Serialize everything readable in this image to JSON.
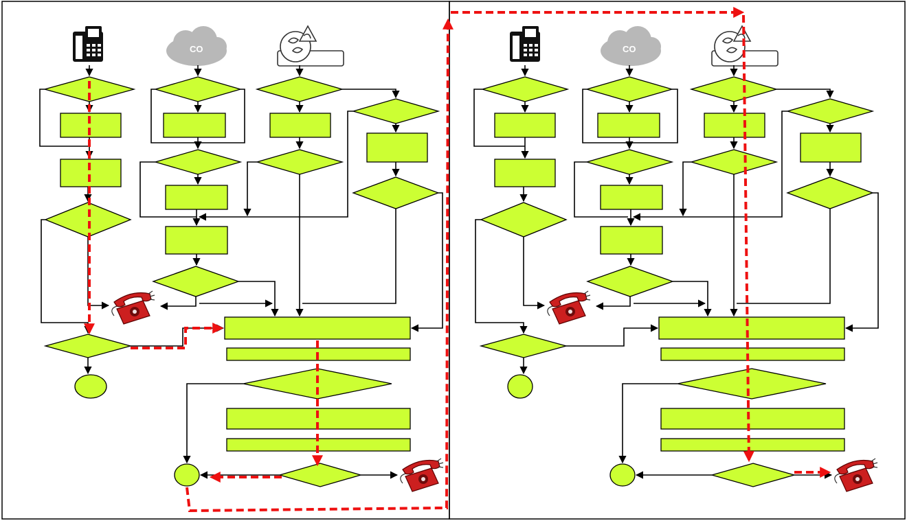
{
  "diagram": {
    "description_free": true,
    "panels": [
      {
        "id": "left",
        "trace_highlighted": true
      },
      {
        "id": "right",
        "trace_highlighted": true
      }
    ],
    "sources": [
      {
        "name": "desk-phone",
        "label": ""
      },
      {
        "name": "co-line",
        "label": "CO"
      },
      {
        "name": "voicemail-alert",
        "label": ""
      }
    ],
    "cloud_label": "CO",
    "colors": {
      "node_fill": "#ccff33",
      "node_stroke": "#000000",
      "trace": "#ee1111",
      "endpoint_phone": "#cc1f1f"
    }
  }
}
